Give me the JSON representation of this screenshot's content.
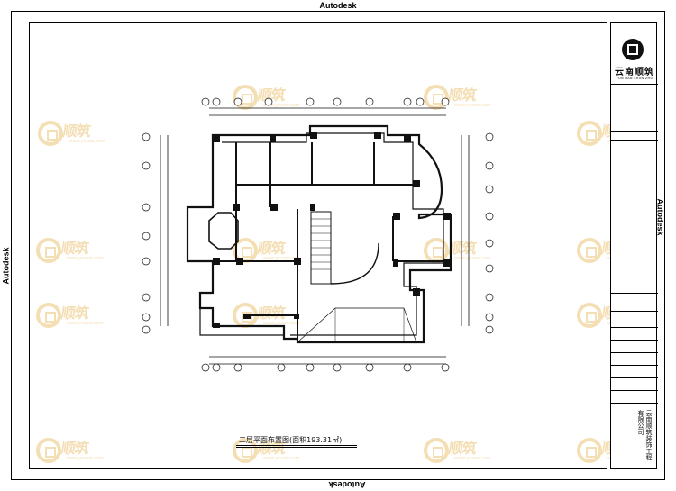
{
  "frame": {
    "stamp_top": "Autodesk",
    "stamp_bottom": "Autodesk",
    "stamp_left": "Autodesk",
    "stamp_right": "Autodesk"
  },
  "title_block": {
    "brand_cn": "云南顺筑",
    "brand_en": "YUN NAN SHUN ZHU",
    "company_name": "云南顺筑装饰工程有限公司"
  },
  "drawing": {
    "plan_title": "二层平面布置图(面积193.31㎡)"
  },
  "watermark": {
    "text": "顺筑",
    "url": "www.ynszw.com"
  }
}
